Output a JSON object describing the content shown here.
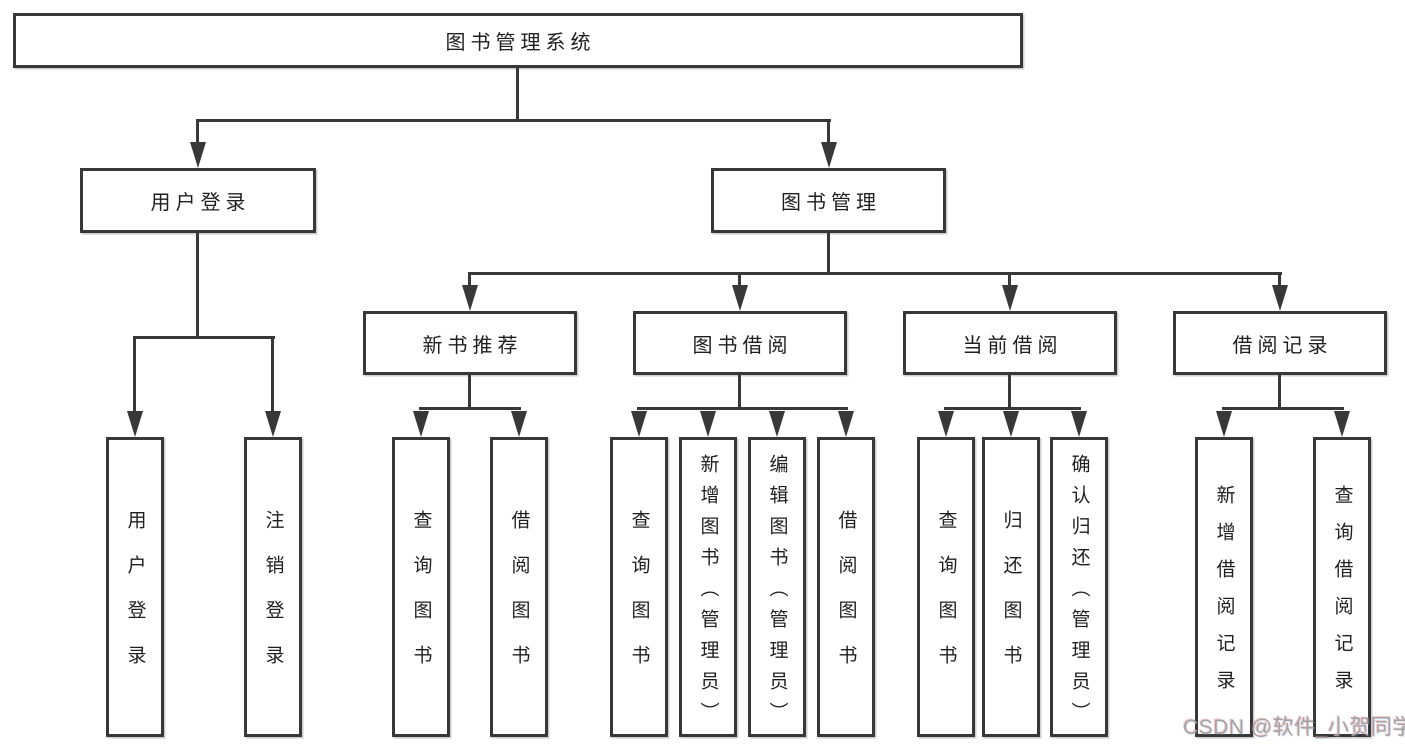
{
  "tree": {
    "root": {
      "label": "图书管理系统"
    },
    "branches": [
      {
        "label": "用户登录",
        "children": [
          {
            "label": "用户登录"
          },
          {
            "label": "注销登录"
          }
        ]
      },
      {
        "label": "图书管理",
        "children": [
          {
            "label": "新书推荐",
            "children": [
              {
                "label": "查询图书"
              },
              {
                "label": "借阅图书"
              }
            ]
          },
          {
            "label": "图书借阅",
            "children": [
              {
                "label": "查询图书"
              },
              {
                "label": "新增图书（管理员）"
              },
              {
                "label": "编辑图书（管理员）"
              },
              {
                "label": "借阅图书"
              }
            ]
          },
          {
            "label": "当前借阅",
            "children": [
              {
                "label": "查询图书"
              },
              {
                "label": "归还图书"
              },
              {
                "label": "确认归还（管理员）"
              }
            ]
          },
          {
            "label": "借阅记录",
            "children": [
              {
                "label": "新增借阅记录"
              },
              {
                "label": "查询借阅记录"
              }
            ]
          }
        ]
      }
    ]
  },
  "watermark": {
    "text": "CSDN @软件_小贺同学"
  },
  "colors": {
    "line": "#383838",
    "background": "#ffffff",
    "text": "#1f1f1f",
    "watermark": "#a3a3a3"
  }
}
